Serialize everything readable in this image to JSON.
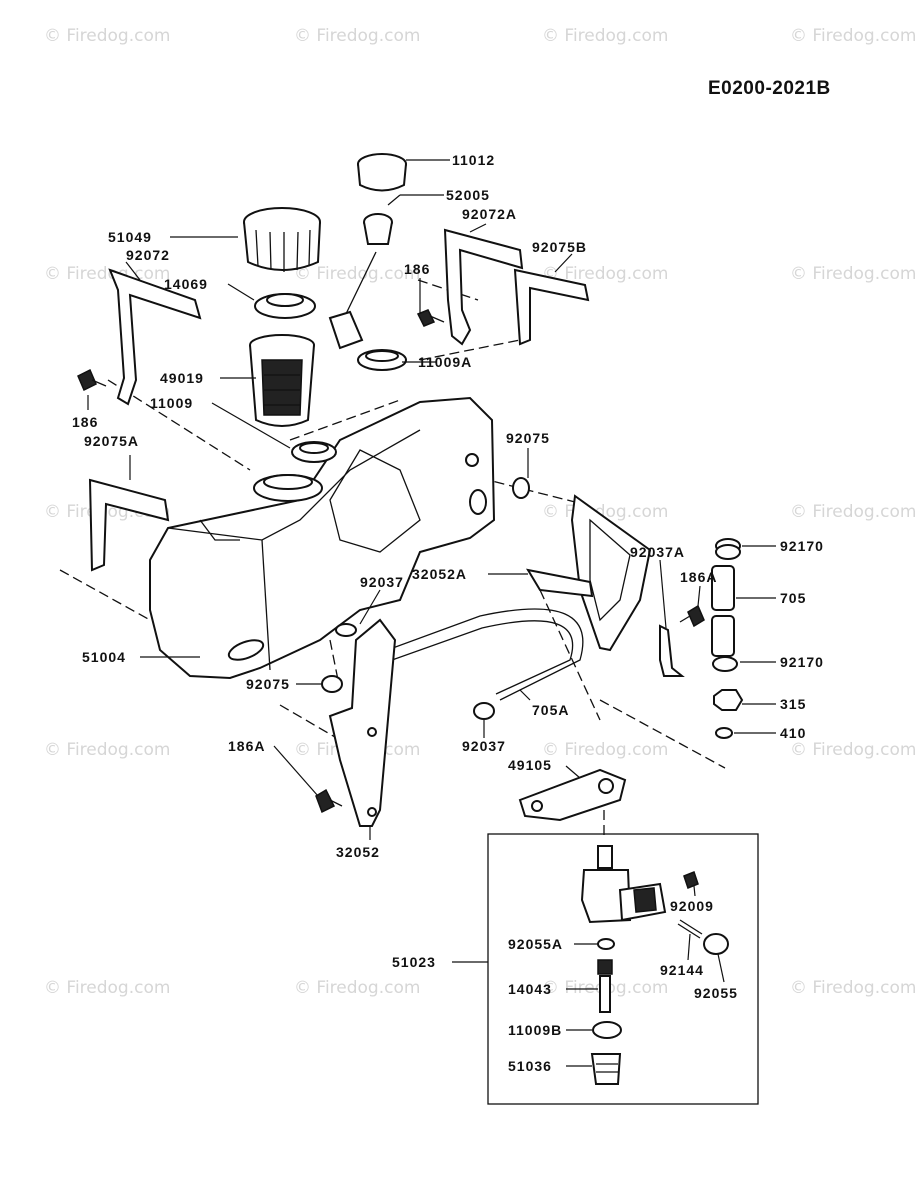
{
  "diagram_code": "E0200-2021B",
  "watermark": "© Firedog.com",
  "parts": {
    "p11012": "11012",
    "p52005": "52005",
    "p92072A": "92072A",
    "p51049": "51049",
    "p92072": "92072",
    "p92075B": "92075B",
    "p186_top": "186",
    "p14069": "14069",
    "p11009A": "11009A",
    "p49019": "49019",
    "p186_left": "186",
    "p11009": "11009",
    "p92075A": "92075A",
    "p92075_right": "92075",
    "p92170_top": "92170",
    "p92037A": "92037A",
    "p32052A": "32052A",
    "p186A_right": "186A",
    "p705": "705",
    "p92037_top": "92037",
    "p51004": "51004",
    "p92170_bottom": "92170",
    "p92075_left": "92075",
    "p315": "315",
    "p705A": "705A",
    "p410": "410",
    "p186A_left": "186A",
    "p92037_bottom": "92037",
    "p49105": "49105",
    "p32052": "32052",
    "p92009": "92009",
    "p92055A": "92055A",
    "p51023": "51023",
    "p92144": "92144",
    "p14043": "14043",
    "p92055": "92055",
    "p11009B": "11009B",
    "p51036": "51036"
  }
}
